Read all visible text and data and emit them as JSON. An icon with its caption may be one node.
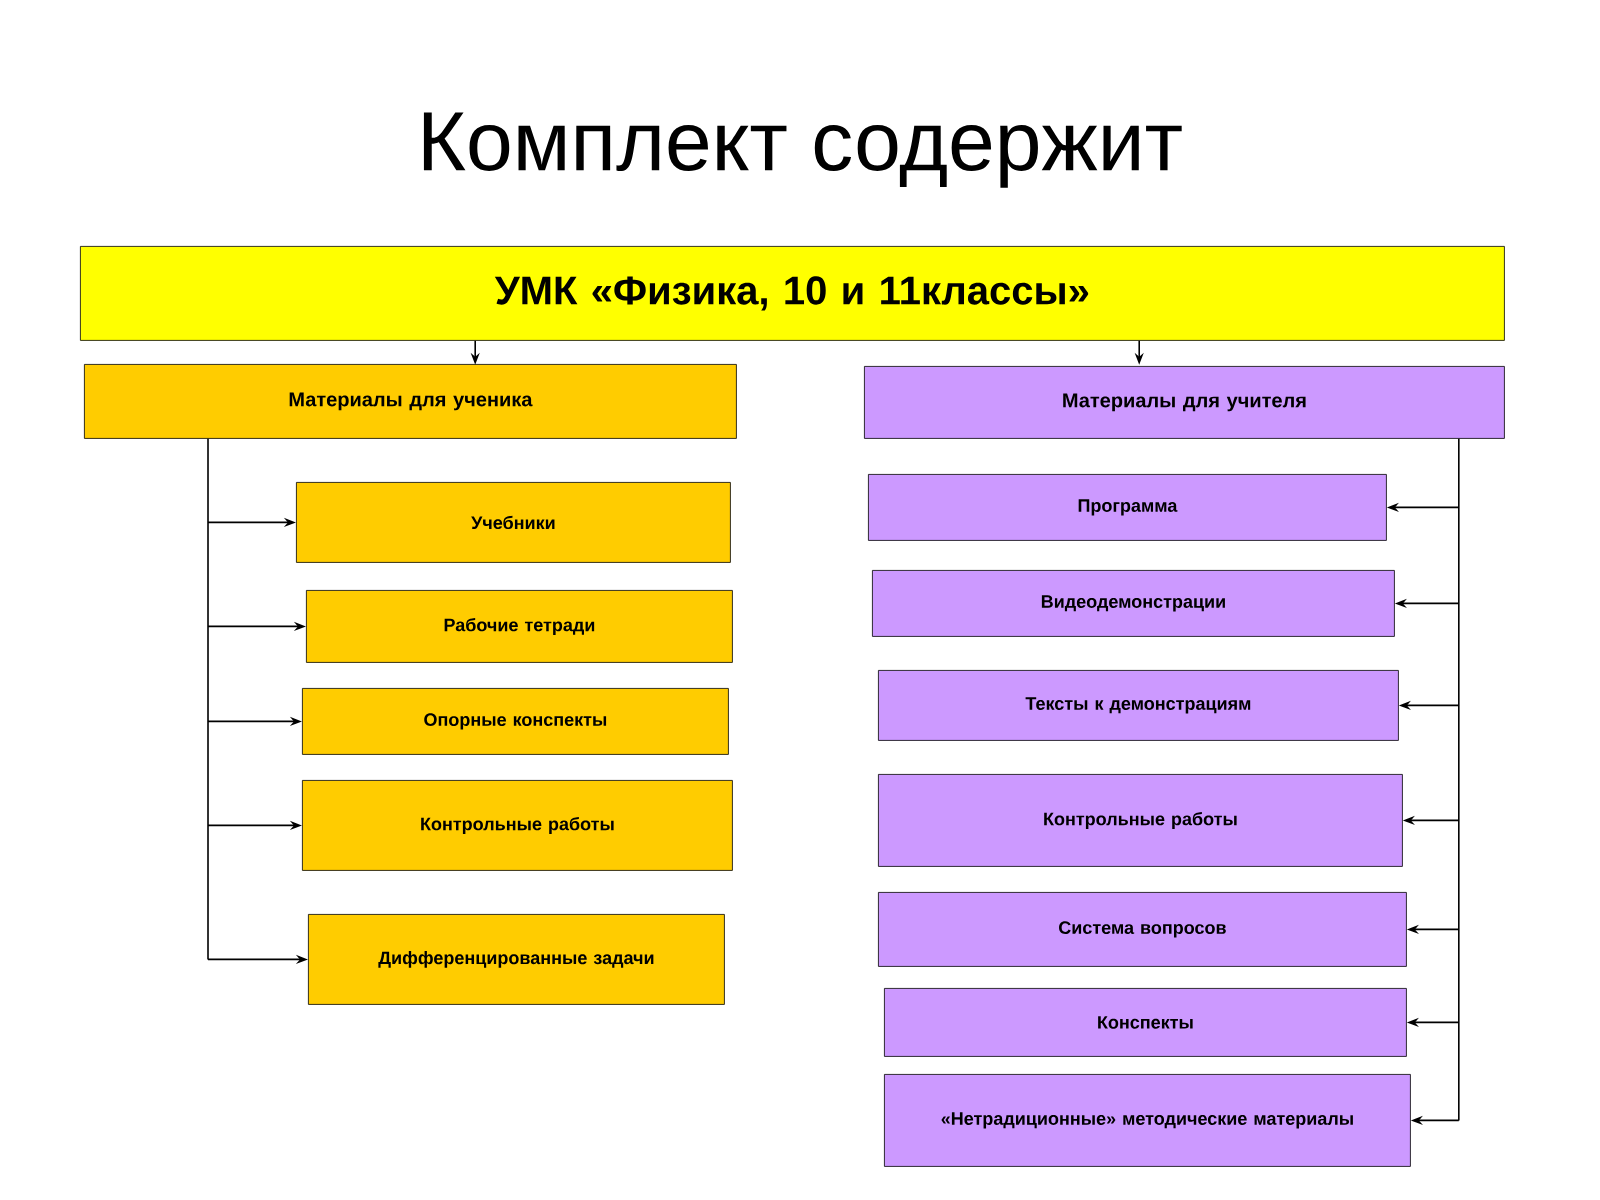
{
  "diagram": {
    "title": "Комплект содержит",
    "nodes": [
      {
        "text": [
          "УМК «Физика, 10 и 11классы»"
        ]
      },
      {
        "text": [
          "Материалы для ученика"
        ]
      },
      {
        "text": [
          "Учебники"
        ]
      },
      {
        "text": [
          "Рабочие тетради"
        ]
      },
      {
        "text": [
          "Опорные конспекты"
        ]
      },
      {
        "text": [
          "Контрольные работы"
        ]
      },
      {
        "text": [
          "Дифференцированные задачи"
        ]
      },
      {
        "text": [
          "Материалы для учителя"
        ]
      },
      {
        "text": [
          "Программа"
        ]
      },
      {
        "text": [
          "Видеодемонстрации"
        ]
      },
      {
        "text": [
          "Тексты к демонстрациям"
        ]
      },
      {
        "text": [
          "Контрольные работы"
        ]
      },
      {
        "text": [
          "Система вопросов"
        ]
      },
      {
        "text": [
          "Конспекты"
        ]
      },
      {
        "text": [
          "«Нетрадиционные» методические материалы"
        ]
      }
    ],
    "edges": [
      {
        "from": 0,
        "to": 1,
        "arrow": "to"
      },
      {
        "from": 0,
        "to": 7,
        "arrow": "to"
      },
      {
        "from": 1,
        "to": 2,
        "arrow": "to"
      },
      {
        "from": 1,
        "to": 3,
        "arrow": "to"
      },
      {
        "from": 1,
        "to": 4,
        "arrow": "to"
      },
      {
        "from": 1,
        "to": 5,
        "arrow": "to"
      },
      {
        "from": 1,
        "to": 6,
        "arrow": "to"
      },
      {
        "from": 7,
        "to": 8,
        "arrow": "to"
      },
      {
        "from": 7,
        "to": 9,
        "arrow": "to"
      },
      {
        "from": 7,
        "to": 10,
        "arrow": "to"
      },
      {
        "from": 7,
        "to": 11,
        "arrow": "to"
      },
      {
        "from": 7,
        "to": 12,
        "arrow": "to"
      },
      {
        "from": 7,
        "to": 13,
        "arrow": "to"
      },
      {
        "from": 7,
        "to": 14,
        "arrow": "to"
      }
    ]
  }
}
